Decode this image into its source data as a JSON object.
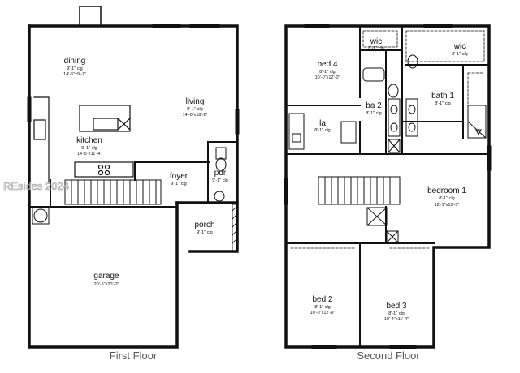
{
  "watermark": "REsides 2024",
  "floors": [
    {
      "caption": "First Floor",
      "rooms": [
        {
          "name": "dining",
          "dims": [
            "9'-1\" clg",
            "14'-5\"x9'-7\""
          ]
        },
        {
          "name": "living",
          "dims": [
            "9'-1\" clg",
            "14'-0\"x18'-2\""
          ]
        },
        {
          "name": "kitchen",
          "dims": [
            "9'-1\" clg",
            "14'-5\"x11'-4\""
          ]
        },
        {
          "name": "foyer",
          "dims": [
            "9'-1\" clg"
          ]
        },
        {
          "name": "pdr",
          "dims": [
            "9'-1\" clg"
          ]
        },
        {
          "name": "porch",
          "dims": [
            "9'-1\" clg"
          ]
        },
        {
          "name": "garage",
          "dims": [
            "20'-5\"x20'-0\""
          ]
        }
      ]
    },
    {
      "caption": "Second Floor",
      "rooms": [
        {
          "name": "wic",
          "dims": [
            "8'-1\" clg"
          ]
        },
        {
          "name": "wic",
          "dims": [
            "8'-1\" clg"
          ]
        },
        {
          "name": "bed 4",
          "dims": [
            "8'-1\" clg",
            "10'-0\"x12'-0\""
          ]
        },
        {
          "name": "bath 1",
          "dims": [
            "8'-1\" clg"
          ]
        },
        {
          "name": "ba 2",
          "dims": [
            "8'-1\" clg"
          ]
        },
        {
          "name": "la",
          "dims": [
            "8'-1\" clg"
          ]
        },
        {
          "name": "bedroom 1",
          "dims": [
            "8'-1\" clg",
            "12'-1\"x15'-5\""
          ]
        },
        {
          "name": "bed 2",
          "dims": [
            "8'-1\" clg",
            "10'-0\"x12'-9\""
          ]
        },
        {
          "name": "bed 3",
          "dims": [
            "8'-1\" clg",
            "10'-4\"x11'-4\""
          ]
        }
      ]
    }
  ]
}
